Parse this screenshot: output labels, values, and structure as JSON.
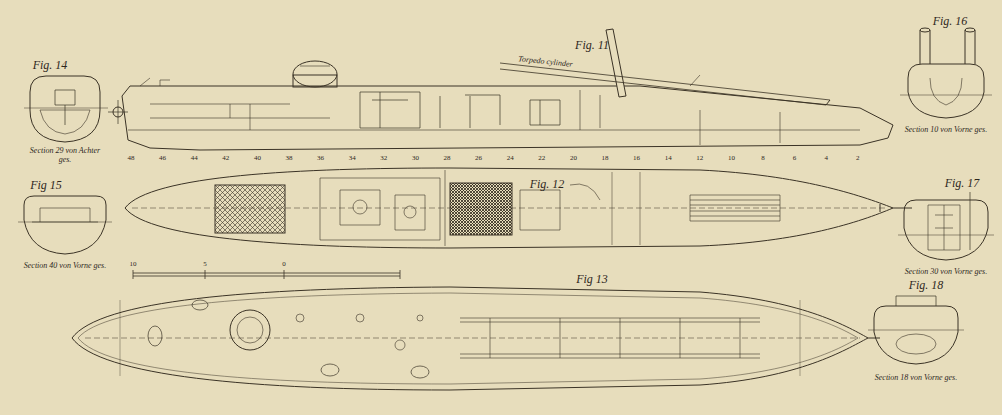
{
  "diagram": {
    "labels": [
      "Fig. 11",
      "Torpedo cylinder",
      "48",
      "46",
      "44",
      "42",
      "40",
      "38",
      "36",
      "34",
      "32",
      "30",
      "28",
      "26",
      "24",
      "22",
      "20",
      "18",
      "16",
      "14",
      "12",
      "10",
      "8",
      "6",
      "4",
      "2",
      "Fig. 12",
      "Fig 13",
      "Fig. 14",
      "Section 29 von Achter ges.",
      "Fig 15",
      "Section 40 von Vorne ges.",
      "Fig. 16",
      "Section 10 von Vorne ges.",
      "Fig. 17",
      "Section 30 von Vorne ges.",
      "Fig. 18",
      "Section 18 von Vorne ges.",
      "10",
      "5",
      "0"
    ]
  }
}
